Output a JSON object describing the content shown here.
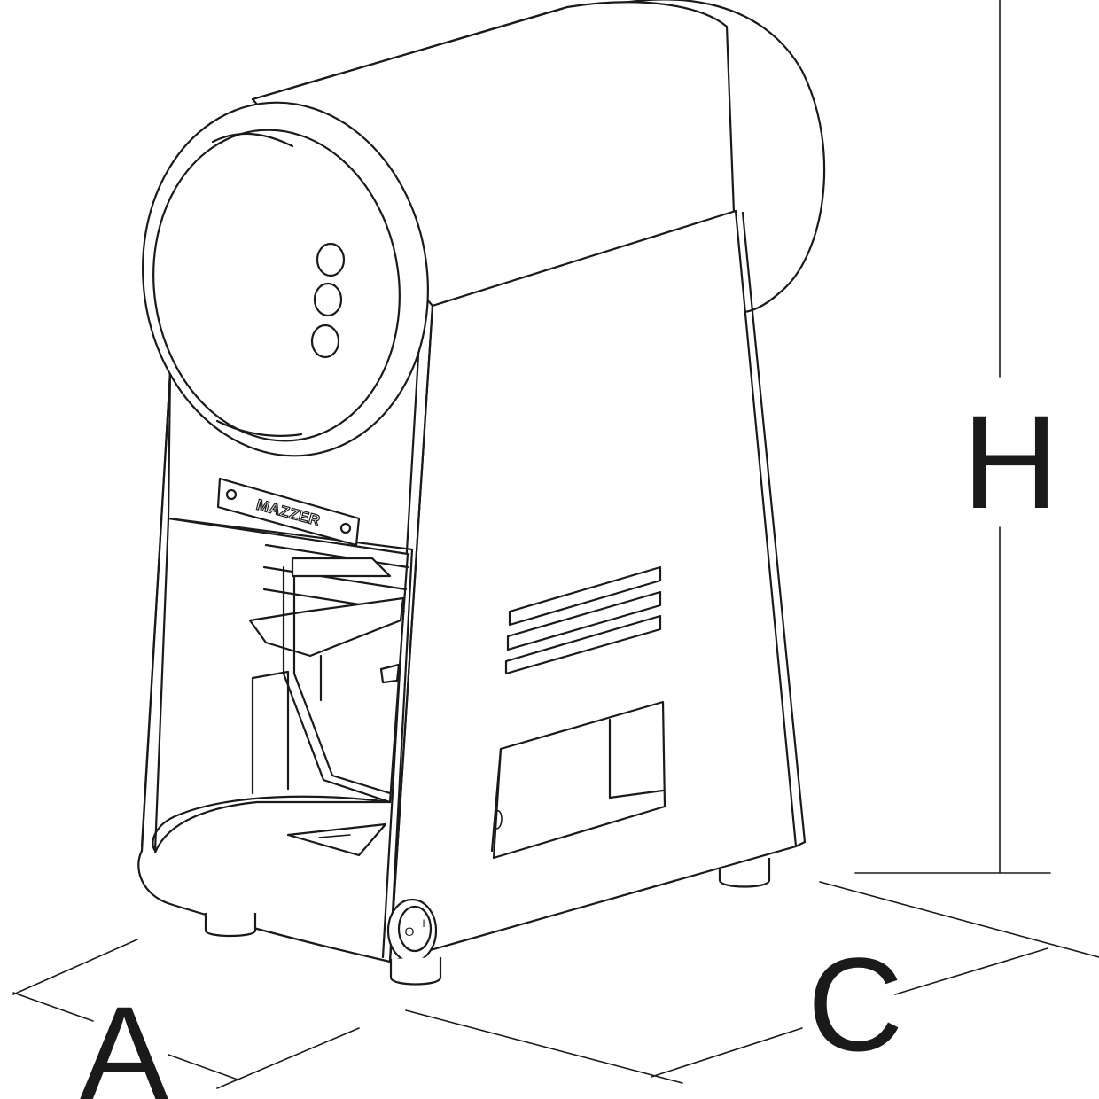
{
  "diagram": {
    "brand_plate": "MAZZER",
    "dimension_labels": {
      "width": "A",
      "depth": "C",
      "height": "H"
    },
    "switch_symbols": {
      "off": "O",
      "on": "I"
    }
  }
}
